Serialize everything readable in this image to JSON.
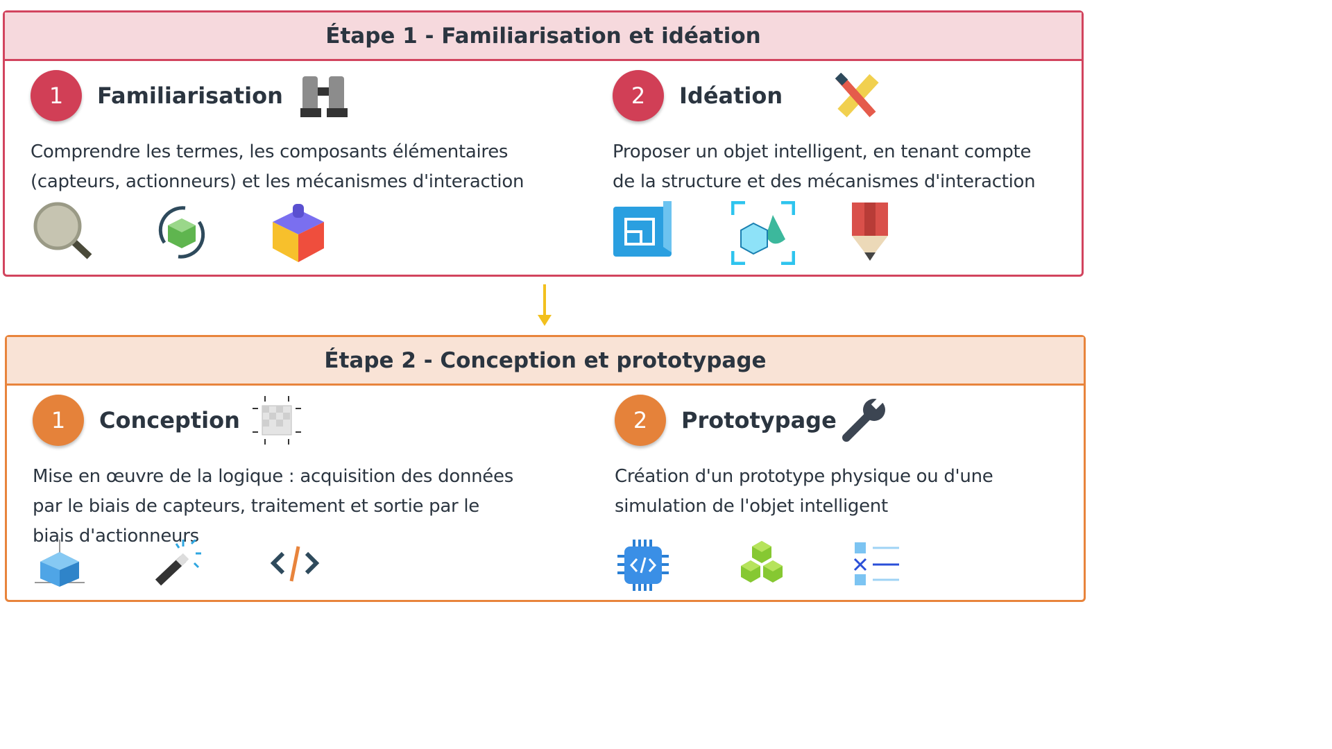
{
  "stage1": {
    "header": "Étape 1 - Familiarisation et idéation",
    "left": {
      "number": "1",
      "title": "Familiarisation",
      "desc": [
        "Comprendre les termes, les composants élémentaires",
        "(capteurs, actionneurs) et les mécanismes d'interaction"
      ],
      "icon": "binoculars-icon",
      "icons": [
        "magnifier-icon",
        "cube-cycle-icon",
        "building-block-icon"
      ]
    },
    "right": {
      "number": "2",
      "title": "Idéation",
      "desc": [
        "Proposer un objet intelligent, en tenant compte",
        "de la structure et des mécanismes d'interaction"
      ],
      "icon": "ruler-pencil-icon",
      "icons": [
        "blueprint-icon",
        "3d-scan-icon",
        "pencil-icon"
      ]
    }
  },
  "stage2": {
    "header": "Étape 2 - Conception et prototypage",
    "left": {
      "number": "1",
      "title": "Conception",
      "desc": [
        "Mise en œuvre de la logique : acquisition des données",
        "par le biais de capteurs, traitement et sortie par le",
        "biais d'actionneurs"
      ],
      "icon": "transparent-frame-icon",
      "icons": [
        "3d-cube-icon",
        "magic-wand-icon",
        "code-icon"
      ]
    },
    "right": {
      "number": "2",
      "title": "Prototypage",
      "desc": [
        "Création d'un prototype physique ou d'une",
        "simulation de l'objet intelligent"
      ],
      "icon": "wrench-icon",
      "icons": [
        "chip-code-icon",
        "green-cubes-icon",
        "checklist-icon"
      ]
    }
  },
  "colors": {
    "stage1": "#d2445e",
    "stage2": "#e8843c",
    "arrow": "#f2c01e"
  }
}
